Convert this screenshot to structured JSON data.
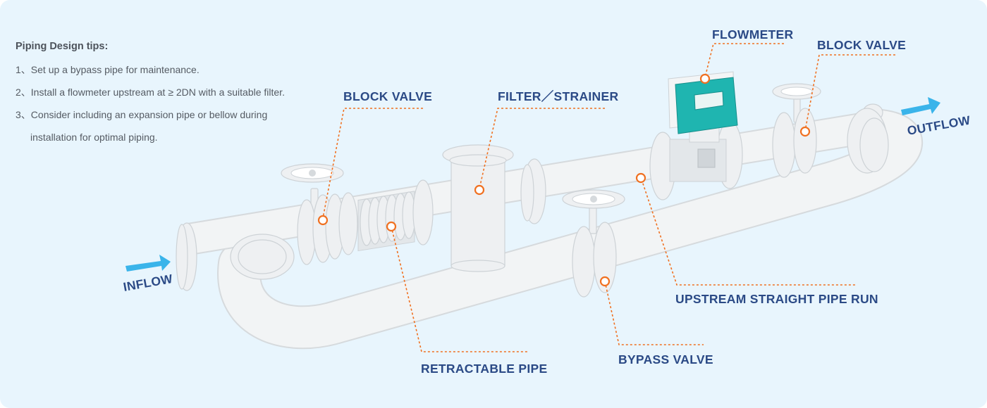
{
  "tips": {
    "title": "Piping Design tips:",
    "items": [
      {
        "num": "1、",
        "text": "Set up a bypass pipe for maintenance."
      },
      {
        "num": "2、",
        "text": "Install a flowmeter upstream at ≥ 2DN with a suitable filter."
      },
      {
        "num": "3、",
        "text": "Consider including an expansion pipe or bellow during"
      }
    ],
    "item3_continuation": "installation for optimal piping."
  },
  "labels": {
    "flowmeter": "FLOWMETER",
    "block_valve_right": "BLOCK VALVE",
    "block_valve_left": "BLOCK VALVE",
    "filter_strainer": "FILTER／STRAINER",
    "upstream_straight_pipe_run": "UPSTREAM STRAIGHT PIPE RUN",
    "retractable_pipe": "RETRACTABLE PIPE",
    "bypass_valve": "BYPASS VALVE",
    "inflow": "INFLOW",
    "outflow": "OUTFLOW"
  },
  "colors": {
    "background": "#e8f5fd",
    "label_text": "#2b4a86",
    "leader_line": "#f07020",
    "flow_arrow": "#3ab4ea",
    "flowmeter_body": "#1fb5b0",
    "pipe": "#f2f4f5"
  }
}
